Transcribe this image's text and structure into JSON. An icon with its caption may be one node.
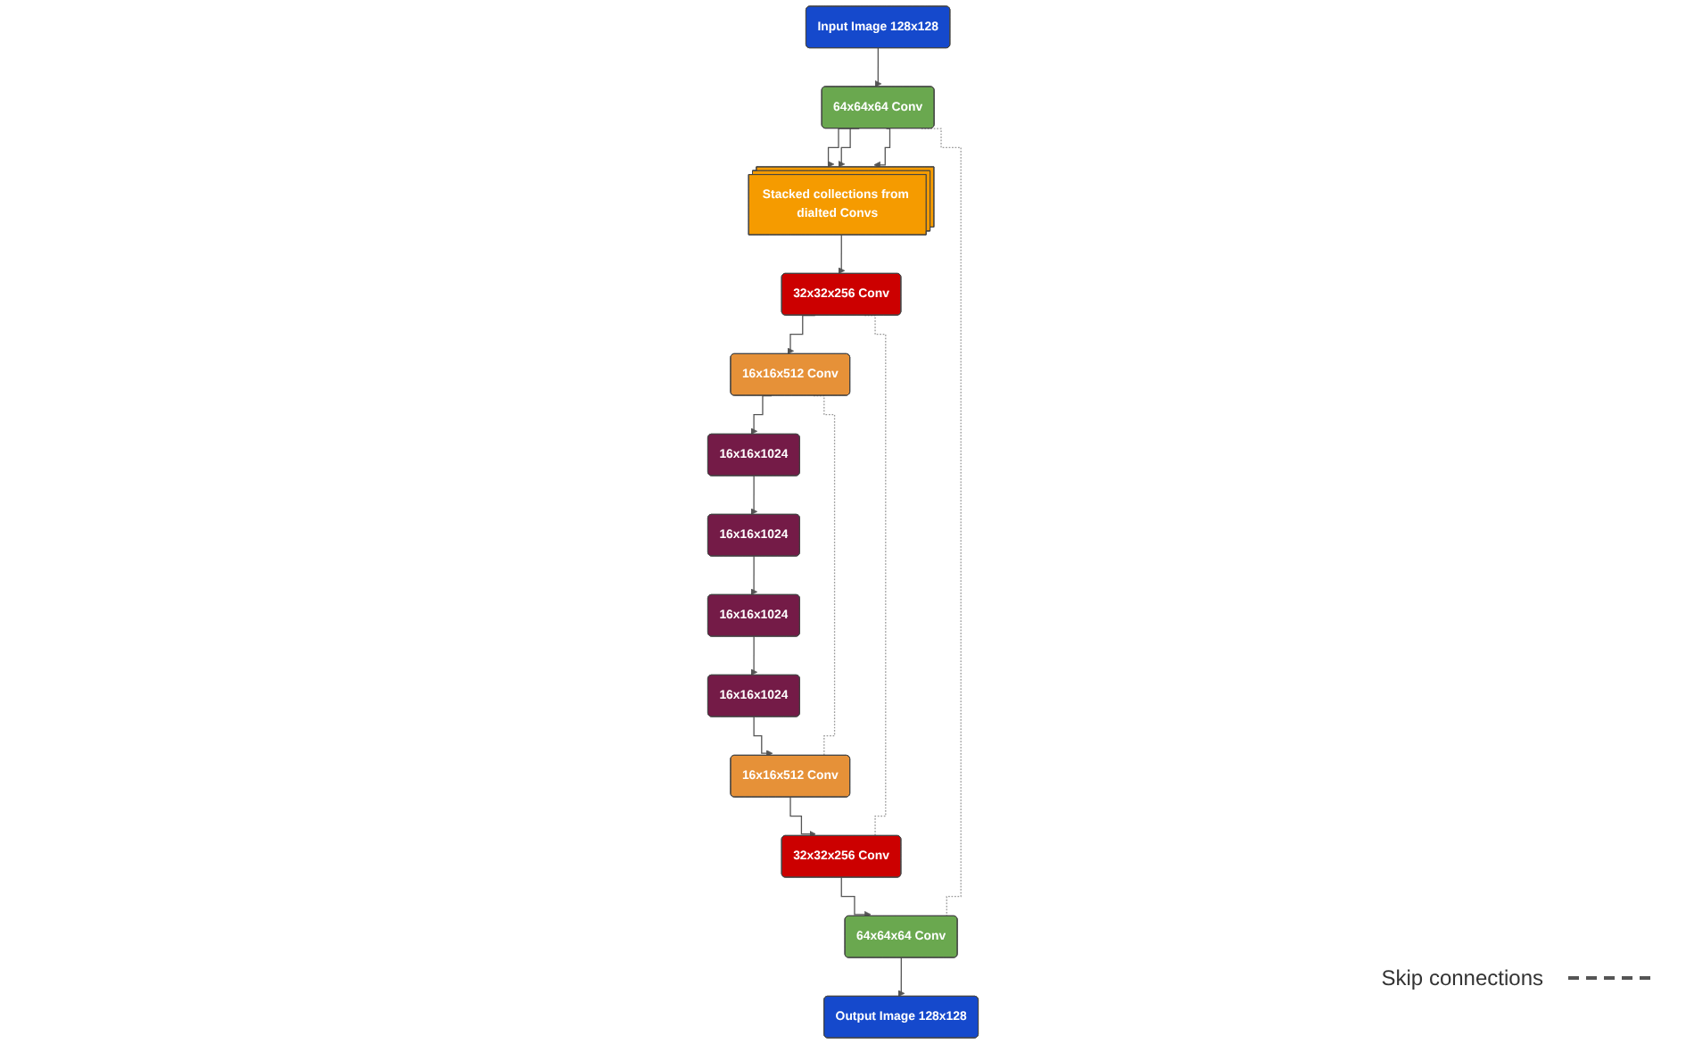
{
  "diagram": {
    "nodes": [
      {
        "text": [
          "Input Image 128x128"
        ]
      },
      {
        "text": [
          "64x64x64 Conv"
        ]
      },
      {
        "text": [
          "Stacked collections from dialted Convs"
        ]
      },
      {
        "text": [
          "32x32x256 Conv"
        ]
      },
      {
        "text": [
          "16x16x512 Conv"
        ]
      },
      {
        "text": [
          "16x16x1024"
        ]
      },
      {
        "text": [
          "16x16x1024"
        ]
      },
      {
        "text": [
          "16x16x1024"
        ]
      },
      {
        "text": [
          "16x16x1024"
        ]
      },
      {
        "text": [
          "16x16x512 Conv"
        ]
      },
      {
        "text": [
          "32x32x256 Conv"
        ]
      },
      {
        "text": [
          "64x64x64 Conv"
        ]
      },
      {
        "text": [
          "Output Image 128x128"
        ]
      }
    ],
    "edges": [
      {
        "from": 0,
        "to": 1,
        "arrow": "to"
      },
      {
        "from": 1,
        "to": 2,
        "arrow": "to"
      },
      {
        "from": 1,
        "to": 2,
        "arrow": "to"
      },
      {
        "from": 1,
        "to": 2,
        "arrow": "to"
      },
      {
        "from": 2,
        "to": 3,
        "arrow": "to"
      },
      {
        "from": 3,
        "to": 4,
        "arrow": "to"
      },
      {
        "from": 4,
        "to": 5,
        "arrow": "to"
      },
      {
        "from": 5,
        "to": 6,
        "arrow": "to"
      },
      {
        "from": 6,
        "to": 7,
        "arrow": "to"
      },
      {
        "from": 7,
        "to": 8,
        "arrow": "to"
      },
      {
        "from": 8,
        "to": 9,
        "arrow": "to"
      },
      {
        "from": 9,
        "to": 10,
        "arrow": "to"
      },
      {
        "from": 10,
        "to": 11,
        "arrow": "to"
      },
      {
        "from": 11,
        "to": 12,
        "arrow": "to"
      },
      {
        "from": 1,
        "to": 11,
        "arrow": "none",
        "style": "dashed"
      },
      {
        "from": 3,
        "to": 10,
        "arrow": "none",
        "style": "dashed"
      },
      {
        "from": 4,
        "to": 9,
        "arrow": "none",
        "style": "dashed"
      }
    ],
    "legend": [
      {
        "text": "Skip connections"
      }
    ]
  }
}
